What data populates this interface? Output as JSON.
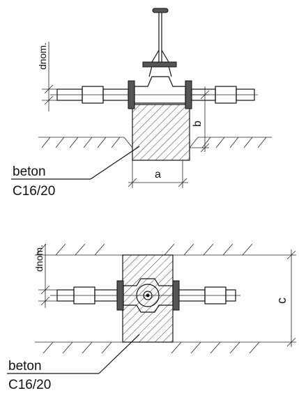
{
  "top_view": {
    "dim_nominal": "dnom.",
    "dim_b": "b",
    "dim_a": "a",
    "material": "beton",
    "grade": "C16/20"
  },
  "bottom_view": {
    "dim_nominal": "dnom.",
    "dim_c": "c",
    "material": "beton",
    "grade": "C16/20"
  }
}
